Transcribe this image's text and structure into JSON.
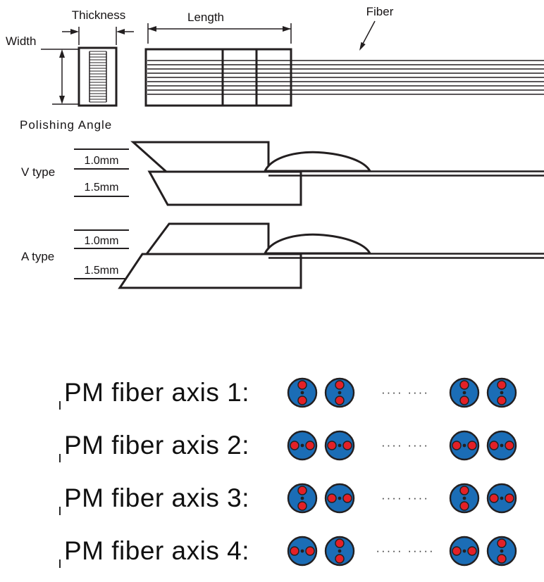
{
  "colors": {
    "line": "#231f20",
    "fiber_blue": "#1b6db6",
    "dot_red": "#e32127"
  },
  "top_drawing": {
    "thickness_label": "Thickness",
    "length_label": "Length",
    "fiber_label": "Fiber",
    "width_label": "Width",
    "polishing_angle_label": "Polishing Angle"
  },
  "polish_types": [
    {
      "name": "V type",
      "thickness_options": [
        "1.0mm",
        "1.5mm"
      ]
    },
    {
      "name": "A type",
      "thickness_options": [
        "1.0mm",
        "1.5mm"
      ]
    }
  ],
  "pm_fiber_rows": [
    {
      "label": "PM fiber axis 1:",
      "left_circles": [
        "vertical",
        "vertical"
      ],
      "gap_dots": "···· ····",
      "right_circles": [
        "vertical",
        "vertical"
      ]
    },
    {
      "label": "PM fiber axis 2:",
      "left_circles": [
        "horizontal",
        "horizontal"
      ],
      "gap_dots": "···· ····",
      "right_circles": [
        "horizontal",
        "horizontal"
      ]
    },
    {
      "label": "PM fiber axis 3:",
      "left_circles": [
        "vertical",
        "horizontal"
      ],
      "gap_dots": "···· ····",
      "right_circles": [
        "vertical",
        "horizontal"
      ]
    },
    {
      "label": "PM fiber axis 4:",
      "left_circles": [
        "horizontal",
        "vertical"
      ],
      "gap_dots": "····· ·····",
      "right_circles": [
        "horizontal",
        "vertical"
      ]
    }
  ]
}
